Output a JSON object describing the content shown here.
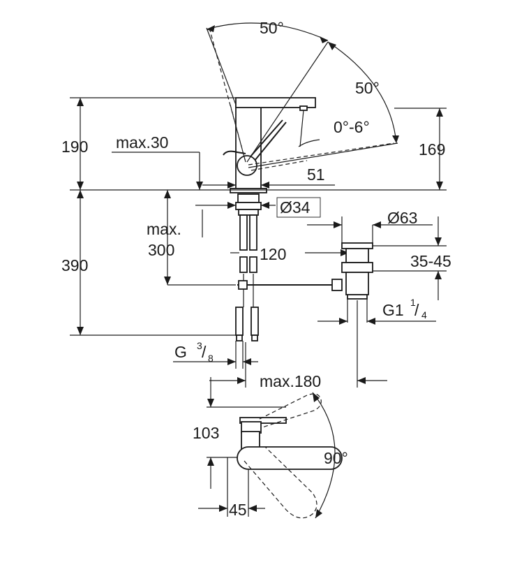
{
  "labels": {
    "swivel_top": "50°",
    "swivel_side": "50°",
    "tilt": "0°-6°",
    "height_total": "190",
    "height_spout": "169",
    "max30": "max.30",
    "d51": "51",
    "dia34": "Ø34",
    "max300_line1": "max.",
    "max300_line2": "300",
    "depth390": "390",
    "d120": "120",
    "dia63": "Ø63",
    "range3545": "35-45",
    "g114_main": "G1",
    "g114_num": "1",
    "g114_den": "4",
    "g38_main": "G",
    "g38_num": "3",
    "g38_den": "8",
    "max180": "max.180",
    "d103": "103",
    "rot90": "90°",
    "d45": "45"
  }
}
